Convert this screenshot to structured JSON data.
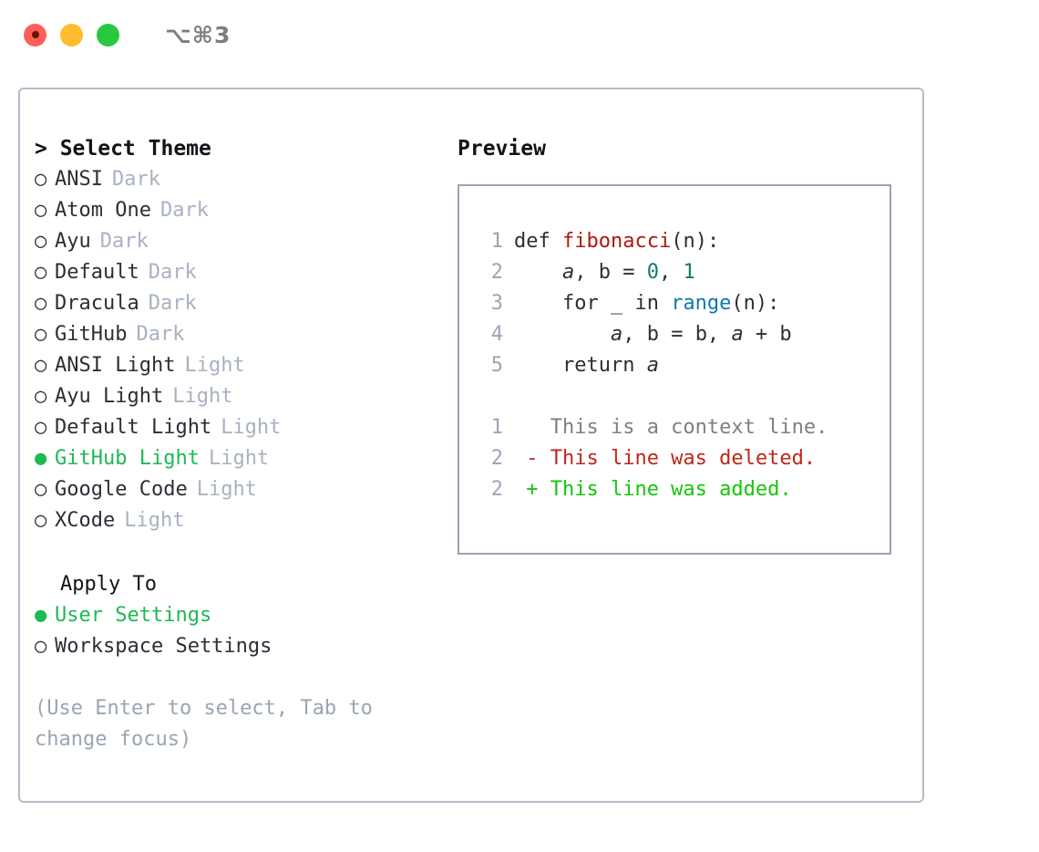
{
  "titlebar": {
    "shortcut": "⌥⌘3",
    "buttons": [
      "close",
      "minimize",
      "maximize"
    ]
  },
  "theme_picker": {
    "header": "> Select Theme",
    "prompt_marker": ">",
    "marker_selected": "●",
    "marker_unselected": "○",
    "selected_theme": "GitHub Light",
    "items": [
      {
        "label": "ANSI",
        "badge": "Dark",
        "selected": false
      },
      {
        "label": "Atom One",
        "badge": "Dark",
        "selected": false
      },
      {
        "label": "Ayu",
        "badge": "Dark",
        "selected": false
      },
      {
        "label": "Default",
        "badge": "Dark",
        "selected": false
      },
      {
        "label": "Dracula",
        "badge": "Dark",
        "selected": false
      },
      {
        "label": "GitHub",
        "badge": "Dark",
        "selected": false
      },
      {
        "label": "ANSI Light",
        "badge": "Light",
        "selected": false
      },
      {
        "label": "Ayu Light",
        "badge": "Light",
        "selected": false
      },
      {
        "label": "Default Light",
        "badge": "Light",
        "selected": false
      },
      {
        "label": "GitHub Light",
        "badge": "Light",
        "selected": true
      },
      {
        "label": "Google Code",
        "badge": "Light",
        "selected": false
      },
      {
        "label": "XCode",
        "badge": "Light",
        "selected": false
      }
    ]
  },
  "apply_to": {
    "header": "Apply To",
    "selected_option": "User Settings",
    "options": [
      {
        "label": "User Settings",
        "selected": true
      },
      {
        "label": "Workspace Settings",
        "selected": false
      }
    ]
  },
  "hint": "(Use Enter to select, Tab to change focus)",
  "preview": {
    "title": "Preview",
    "code": {
      "lines": [
        {
          "no": "1",
          "tokens": [
            {
              "t": "def ",
              "k": "plain"
            },
            {
              "t": "fibonacci",
              "k": "fn"
            },
            {
              "t": "(n):",
              "k": "plain"
            }
          ]
        },
        {
          "no": "2",
          "tokens": [
            {
              "t": "    ",
              "k": "plain"
            },
            {
              "t": "a",
              "k": "var"
            },
            {
              "t": ", b = ",
              "k": "plain"
            },
            {
              "t": "0",
              "k": "num"
            },
            {
              "t": ", ",
              "k": "plain"
            },
            {
              "t": "1",
              "k": "num"
            }
          ]
        },
        {
          "no": "3",
          "tokens": [
            {
              "t": "    for _ in ",
              "k": "plain"
            },
            {
              "t": "range",
              "k": "call"
            },
            {
              "t": "(n):",
              "k": "plain"
            }
          ]
        },
        {
          "no": "4",
          "tokens": [
            {
              "t": "        ",
              "k": "plain"
            },
            {
              "t": "a",
              "k": "var"
            },
            {
              "t": ", b = b, ",
              "k": "plain"
            },
            {
              "t": "a",
              "k": "var"
            },
            {
              "t": " + b",
              "k": "plain"
            }
          ]
        },
        {
          "no": "5",
          "tokens": [
            {
              "t": "    return ",
              "k": "plain"
            },
            {
              "t": "a",
              "k": "var"
            }
          ]
        }
      ]
    },
    "diff": {
      "lines": [
        {
          "no": "1",
          "sign": " ",
          "text": "This is a context line.",
          "kind": "context"
        },
        {
          "no": "2",
          "sign": "-",
          "text": "This line was deleted.",
          "kind": "deleted"
        },
        {
          "no": "2",
          "sign": "+",
          "text": "This line was added.",
          "kind": "added"
        }
      ]
    }
  },
  "colors": {
    "accent_green": "#1db954",
    "badge_gray": "#a8b2c1",
    "text": "#2b2f36",
    "muted": "#9aa5b4",
    "panel_border": "#b4bcca",
    "preview_border": "#9aa5b4",
    "syntax_function": "#a91b10",
    "syntax_number": "#0f7c6f",
    "syntax_call": "#1177b0",
    "diff_deleted": "#c0261a",
    "diff_added": "#16c60c",
    "diff_context": "#7b8087"
  }
}
